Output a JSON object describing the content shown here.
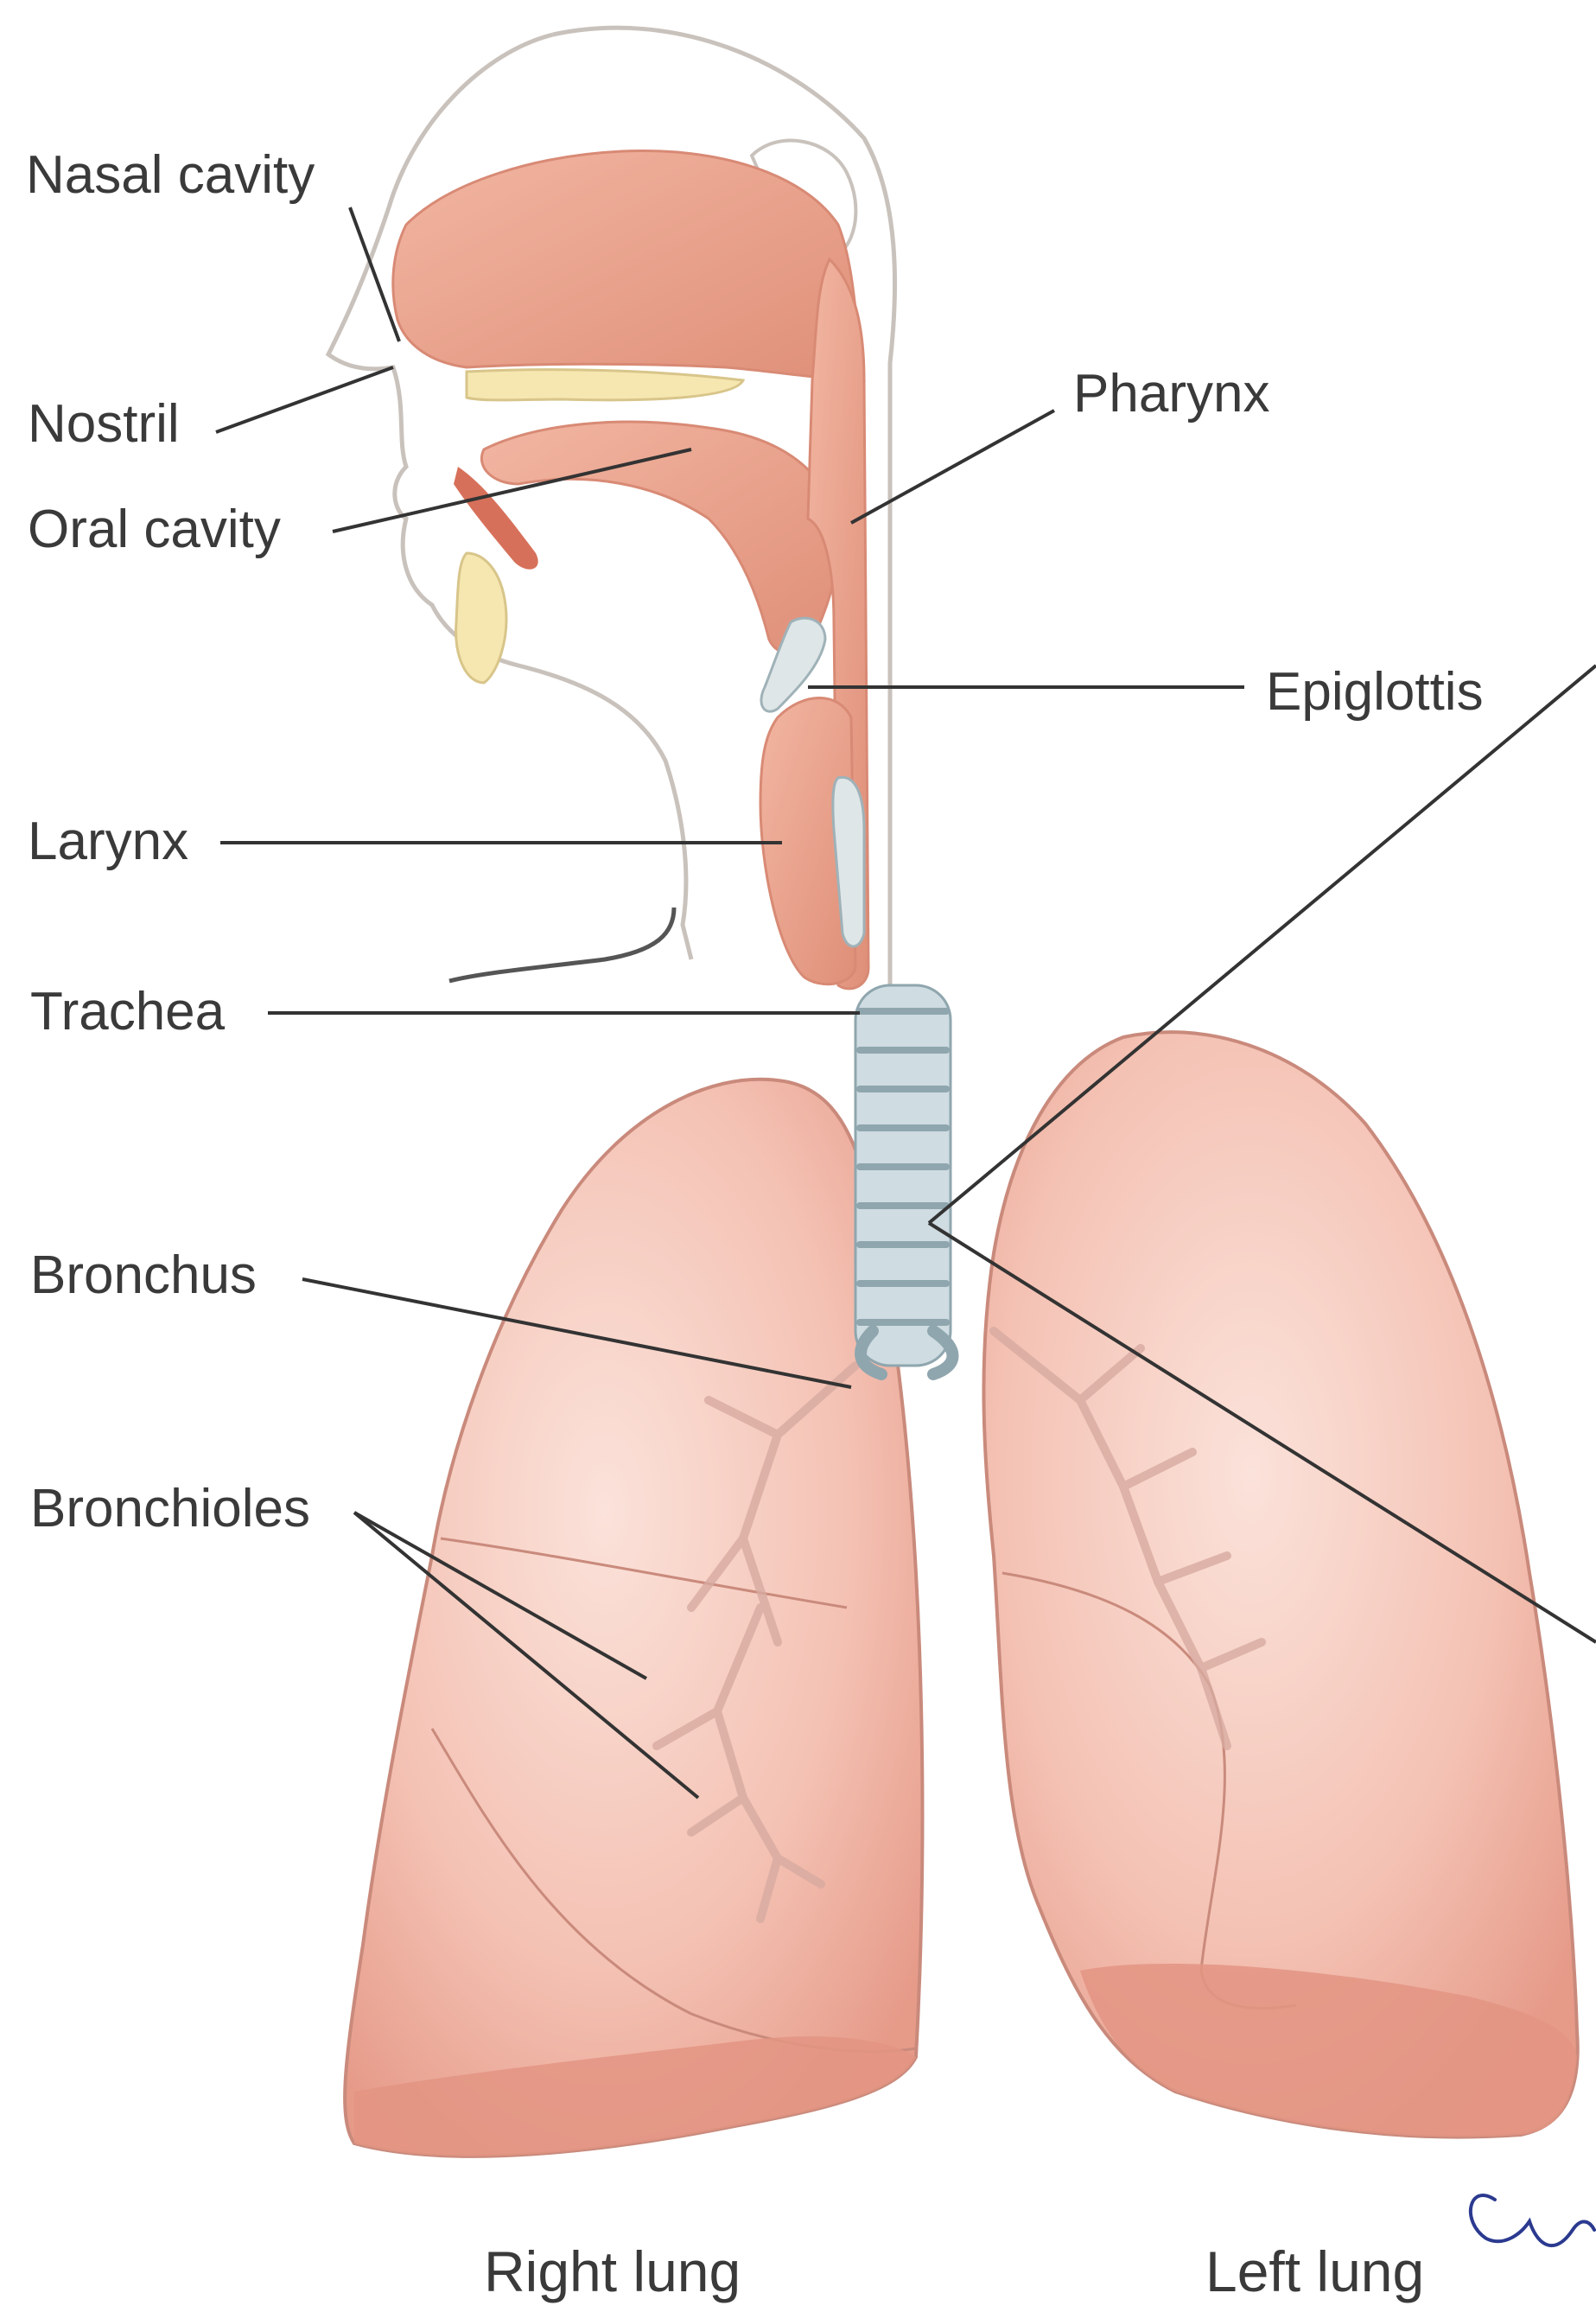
{
  "labels": {
    "nasal_cavity": "Nasal cavity",
    "nostril": "Nostril",
    "oral_cavity": "Oral cavity",
    "pharynx": "Pharynx",
    "epiglottis": "Epiglottis",
    "larynx": "Larynx",
    "trachea": "Trachea",
    "bronchus": "Bronchus",
    "bronchioles": "Bronchioles"
  },
  "captions": {
    "right_lung": "Right lung",
    "left_lung": "Left lung"
  },
  "colors": {
    "tissue": "#e8a08c",
    "lung": "#f4c4b8",
    "lung_shadow": "#e2958a",
    "cartilage": "#b8cfd8",
    "outline": "#c9c2bc",
    "leader_line": "#333333"
  }
}
